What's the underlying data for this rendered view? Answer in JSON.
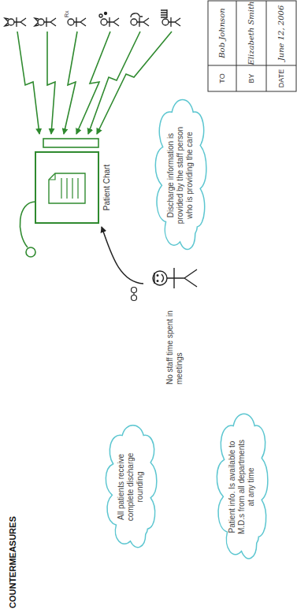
{
  "diagram": {
    "title": "COUNTERMEASURES",
    "nodes": [
      {
        "text": [
          "All patients receive complete discharge rounding"
        ]
      },
      {
        "text": [
          "Discharge information is provided by the staff person who is providing the care"
        ]
      },
      {
        "text": [
          "Patient info. Is available to M.D.s from all departments at any time"
        ]
      }
    ],
    "labels": [
      "Rx",
      "Patient Chart",
      "No staff time spent in meetings",
      "TO",
      "Bob Johnson",
      "BY",
      "Elizabeth Smith",
      "DATE",
      "June 12, 2006"
    ]
  }
}
